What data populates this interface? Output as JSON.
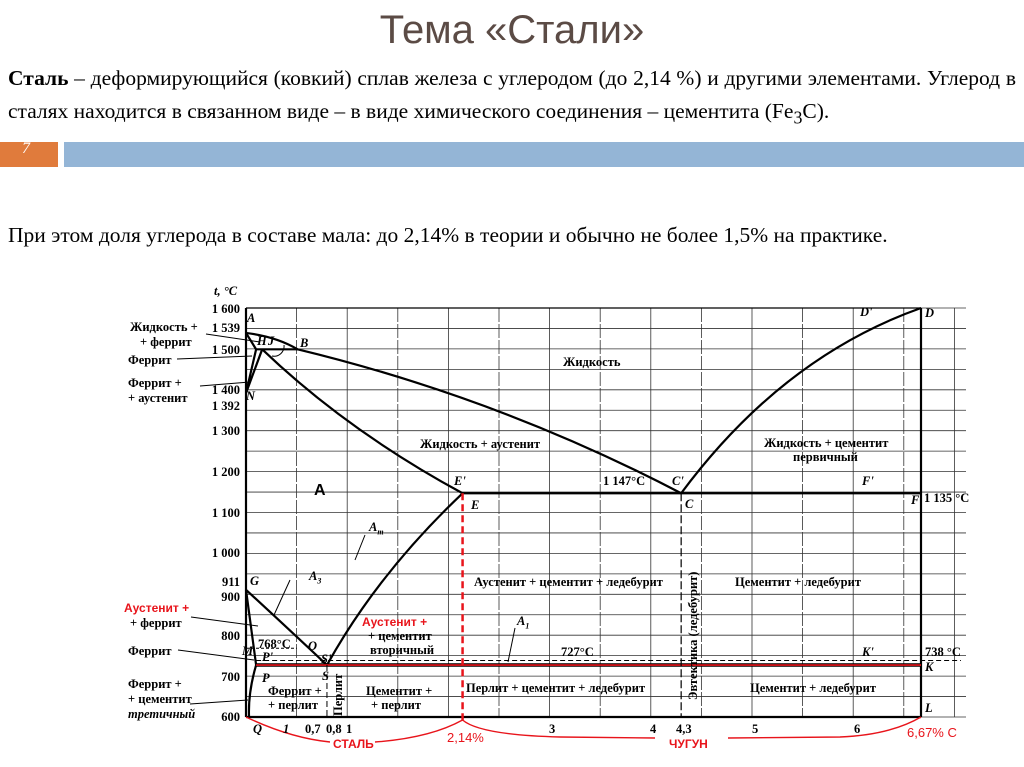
{
  "slide": {
    "title": "Тема «Стали»",
    "number": "7",
    "colors": {
      "title": "#5b4b45",
      "accent_orange": "#e07b3c",
      "accent_blue": "#94b5d6",
      "highlight_red": "#e8141b"
    },
    "paragraph1": {
      "bold_term": "Сталь",
      "text": " – деформирующийся (ковкий) сплав железа с углеродом (до 2,14 %) и другими элементами. Углерод в сталях находится в связанном виде – в виде химического соединения – цементита (Fe",
      "sub": "3",
      "tail": "C)."
    },
    "paragraph2": "При этом доля углерода в составе мала: до 2,14% в теории и обычно не более 1,5% на практике."
  },
  "diagram": {
    "y_axis_label": "t, °C",
    "y_ticks": [
      "1 600",
      "1 539",
      "1 500",
      "1 400",
      "1 392",
      "1 300",
      "1 200",
      "1 100",
      "1 000",
      "911",
      "900",
      "800",
      "700",
      "600"
    ],
    "x_ticks": [
      "Q",
      "1",
      "0,7",
      "0,8",
      "1",
      "3",
      "4",
      "4,3",
      "5",
      "6"
    ],
    "x_range_pct_c": [
      0,
      6.67
    ],
    "y_range_c": [
      600,
      1600
    ],
    "points": {
      "A": "A",
      "H": "H",
      "J": "J",
      "B": "B",
      "N": "N",
      "E1": "E'",
      "E": "E",
      "C1": "C'",
      "C": "C",
      "F1": "F'",
      "F": "F",
      "D1": "D'",
      "D": "D",
      "G": "G",
      "A3": "A",
      "A3sub": "3",
      "Am": "A",
      "Amsub": "m",
      "M": "M",
      "O": "O",
      "P1": "P'",
      "S1": "S'",
      "P": "P",
      "S": "S",
      "A1": "A",
      "A1sub": "1",
      "K1": "K'",
      "K": "K",
      "L": "L"
    },
    "temps": {
      "t1147": "1 147°C",
      "t1135": "1 135 °C",
      "t768": "768°C",
      "t727": "727°C",
      "t738": "738 °C"
    },
    "left_labels": {
      "liq_ferrite_1": "Жидкость +",
      "liq_ferrite_2": "+ феррит",
      "ferrite_top": "Феррит",
      "ferr_aust_1": "Феррит +",
      "ferr_aust_2": "+ аустенит",
      "aust_ferr_1": "Аустенит +",
      "aust_ferr_2": "+ феррит",
      "ferrite_low": "Феррит",
      "ferr_cem_1": "Феррит +",
      "ferr_cem_2": "+ цементит",
      "ferr_cem_3": "третичный"
    },
    "regions": {
      "liquid": "Жидкость",
      "liq_aust": "Жидкость + аустенит",
      "liq_cem_1": "Жидкость + цементит",
      "liq_cem_2": "первичный",
      "austenite": "A",
      "aust_cem_led": "Аустенит + цементит + ледебурит",
      "cem_led_upper": "Цементит + ледебурит",
      "aust_cem2_1": "Аустенит +",
      "aust_cem2_2": "+ цементит",
      "aust_cem2_3": "вторичный",
      "perl_cem_led": "Перлит + цементит + ледебурит",
      "cem_led_lower": "Цементит + ледебурит",
      "ferr_perl_1": "Феррит +",
      "ferr_perl_2": "+ перлит",
      "cem_perl_1": "Цементит +",
      "cem_perl_2": "+ перлит",
      "pearlite": "Перлит",
      "eutectic": "Эвтектика (ледебурит)"
    },
    "annotations": {
      "steel": "СТАЛЬ",
      "steel_limit": "2,14%",
      "cast_iron": "ЧУГУН",
      "cementite_limit": "6,67% С"
    },
    "lines": {
      "liquidus": [
        [
          0,
          1539
        ],
        [
          0.51,
          1499
        ],
        [
          4.3,
          1147
        ],
        [
          6.67,
          1600
        ]
      ],
      "solidus": [
        [
          0,
          1539
        ],
        [
          0.1,
          1499
        ],
        [
          0.51,
          1499
        ],
        [
          0.16,
          1499
        ],
        [
          2.14,
          1147
        ],
        [
          6.67,
          1147
        ]
      ],
      "eutectoid_pct_c": 0.8,
      "eutectoid_c": 727,
      "eutectic_pct_c": 4.3,
      "eutectic_c": 1147,
      "steel_limit_pct_c": 2.14,
      "curie_c": 768,
      "g_point_c": 911
    }
  }
}
